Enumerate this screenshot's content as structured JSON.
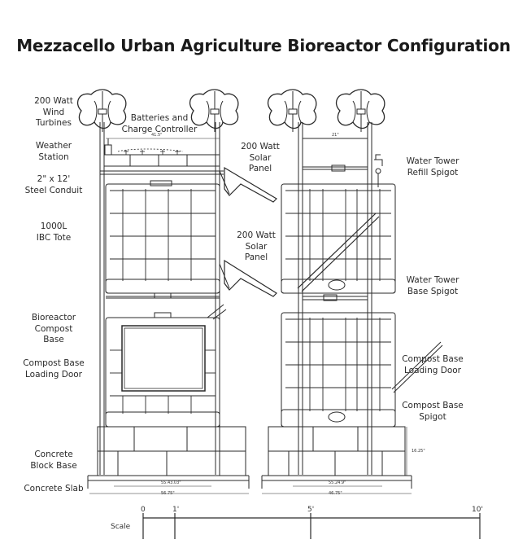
{
  "title": "Mezzacello Urban Agriculture Bioreactor Configuration",
  "labels_left": {
    "wind_turbines": [
      "200 Watt",
      "Wind",
      "Turbines"
    ],
    "weather_station": [
      "Weather",
      "Station"
    ],
    "steel_conduit": [
      "2\" x 12'",
      "Steel Conduit"
    ],
    "ibc_tote": [
      "1000L",
      "IBC Tote"
    ],
    "compost_base": [
      "Bioreactor",
      "Compost",
      "Base"
    ],
    "loading_door": [
      "Compost Base",
      "Loading Door"
    ],
    "block_base": [
      "Concrete",
      "Block Base"
    ],
    "slab": "Concrete Slab"
  },
  "labels_center": {
    "batteries": [
      "Batteries and",
      "Charge Controller"
    ],
    "solar_top": [
      "200 Watt",
      "Solar",
      "Panel"
    ],
    "solar_mid": [
      "200 Watt",
      "Solar",
      "Panel"
    ]
  },
  "labels_right": {
    "refill_spigot": [
      "Water Tower",
      "Refill Spigot"
    ],
    "base_spigot": [
      "Water Tower",
      "Base Spigot"
    ],
    "loading_door": [
      "Compost Base",
      "Loading Door"
    ],
    "compost_spigot": [
      "Compost Base",
      "Spigot"
    ]
  },
  "dimensions": {
    "left_top": "41.5\"",
    "right_top": "21\"",
    "left_inner": "55.43.03\"",
    "left_outer": "56.75\"",
    "right_inner": "55.24.9\"",
    "right_outer": "46.75\"",
    "right_height": "16.25\""
  },
  "scale": {
    "label": "Scale",
    "ticks": [
      "0",
      "1'",
      "5'",
      "10'"
    ]
  }
}
